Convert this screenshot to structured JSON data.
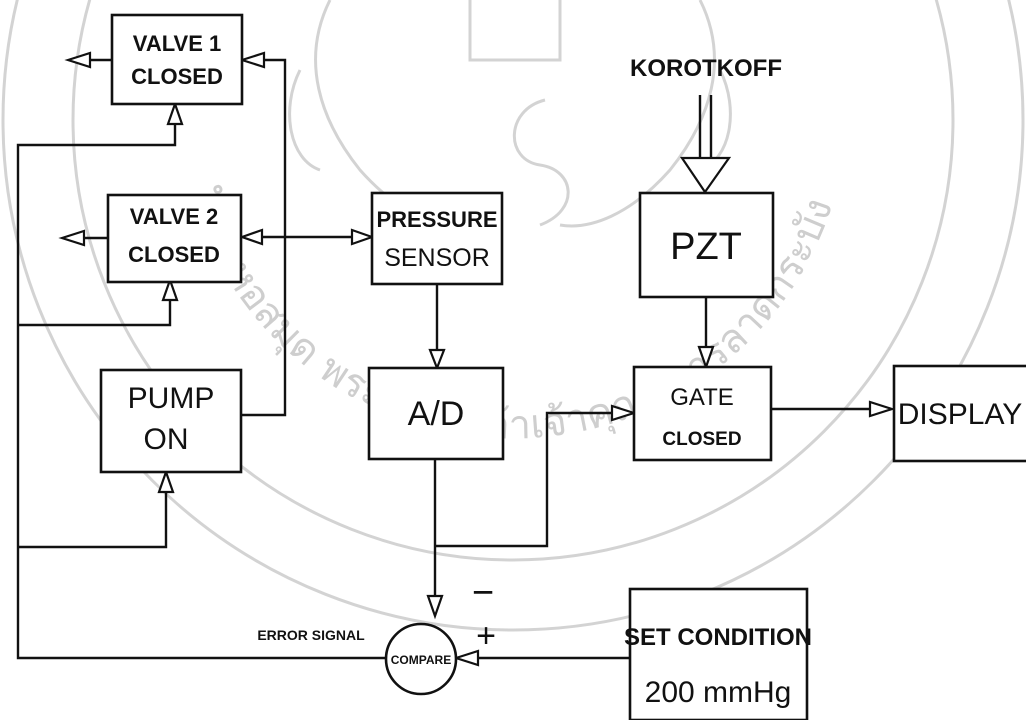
{
  "blocks": {
    "valve1": [
      "VALVE 1",
      "CLOSED"
    ],
    "valve2": [
      "VALVE 2",
      "CLOSED"
    ],
    "pump": [
      "PUMP",
      "ON"
    ],
    "pressure_sensor": [
      "PRESSURE",
      "SENSOR"
    ],
    "ad": "A/D",
    "pzt": "PZT",
    "gate": [
      "GATE",
      "CLOSED"
    ],
    "display": "DISPLAY",
    "set_condition": [
      "SET CONDITION",
      "200 mmHg"
    ],
    "compare": "COMPARE"
  },
  "labels": {
    "korotkoff": "KOROTKOFF",
    "error_signal": "ERROR SIGNAL",
    "minus": "−",
    "plus": "+"
  },
  "watermark_text": "ำนักหอสมุด พระจอมเกล้าเจ้าคุณทหารลาดกระบัง"
}
